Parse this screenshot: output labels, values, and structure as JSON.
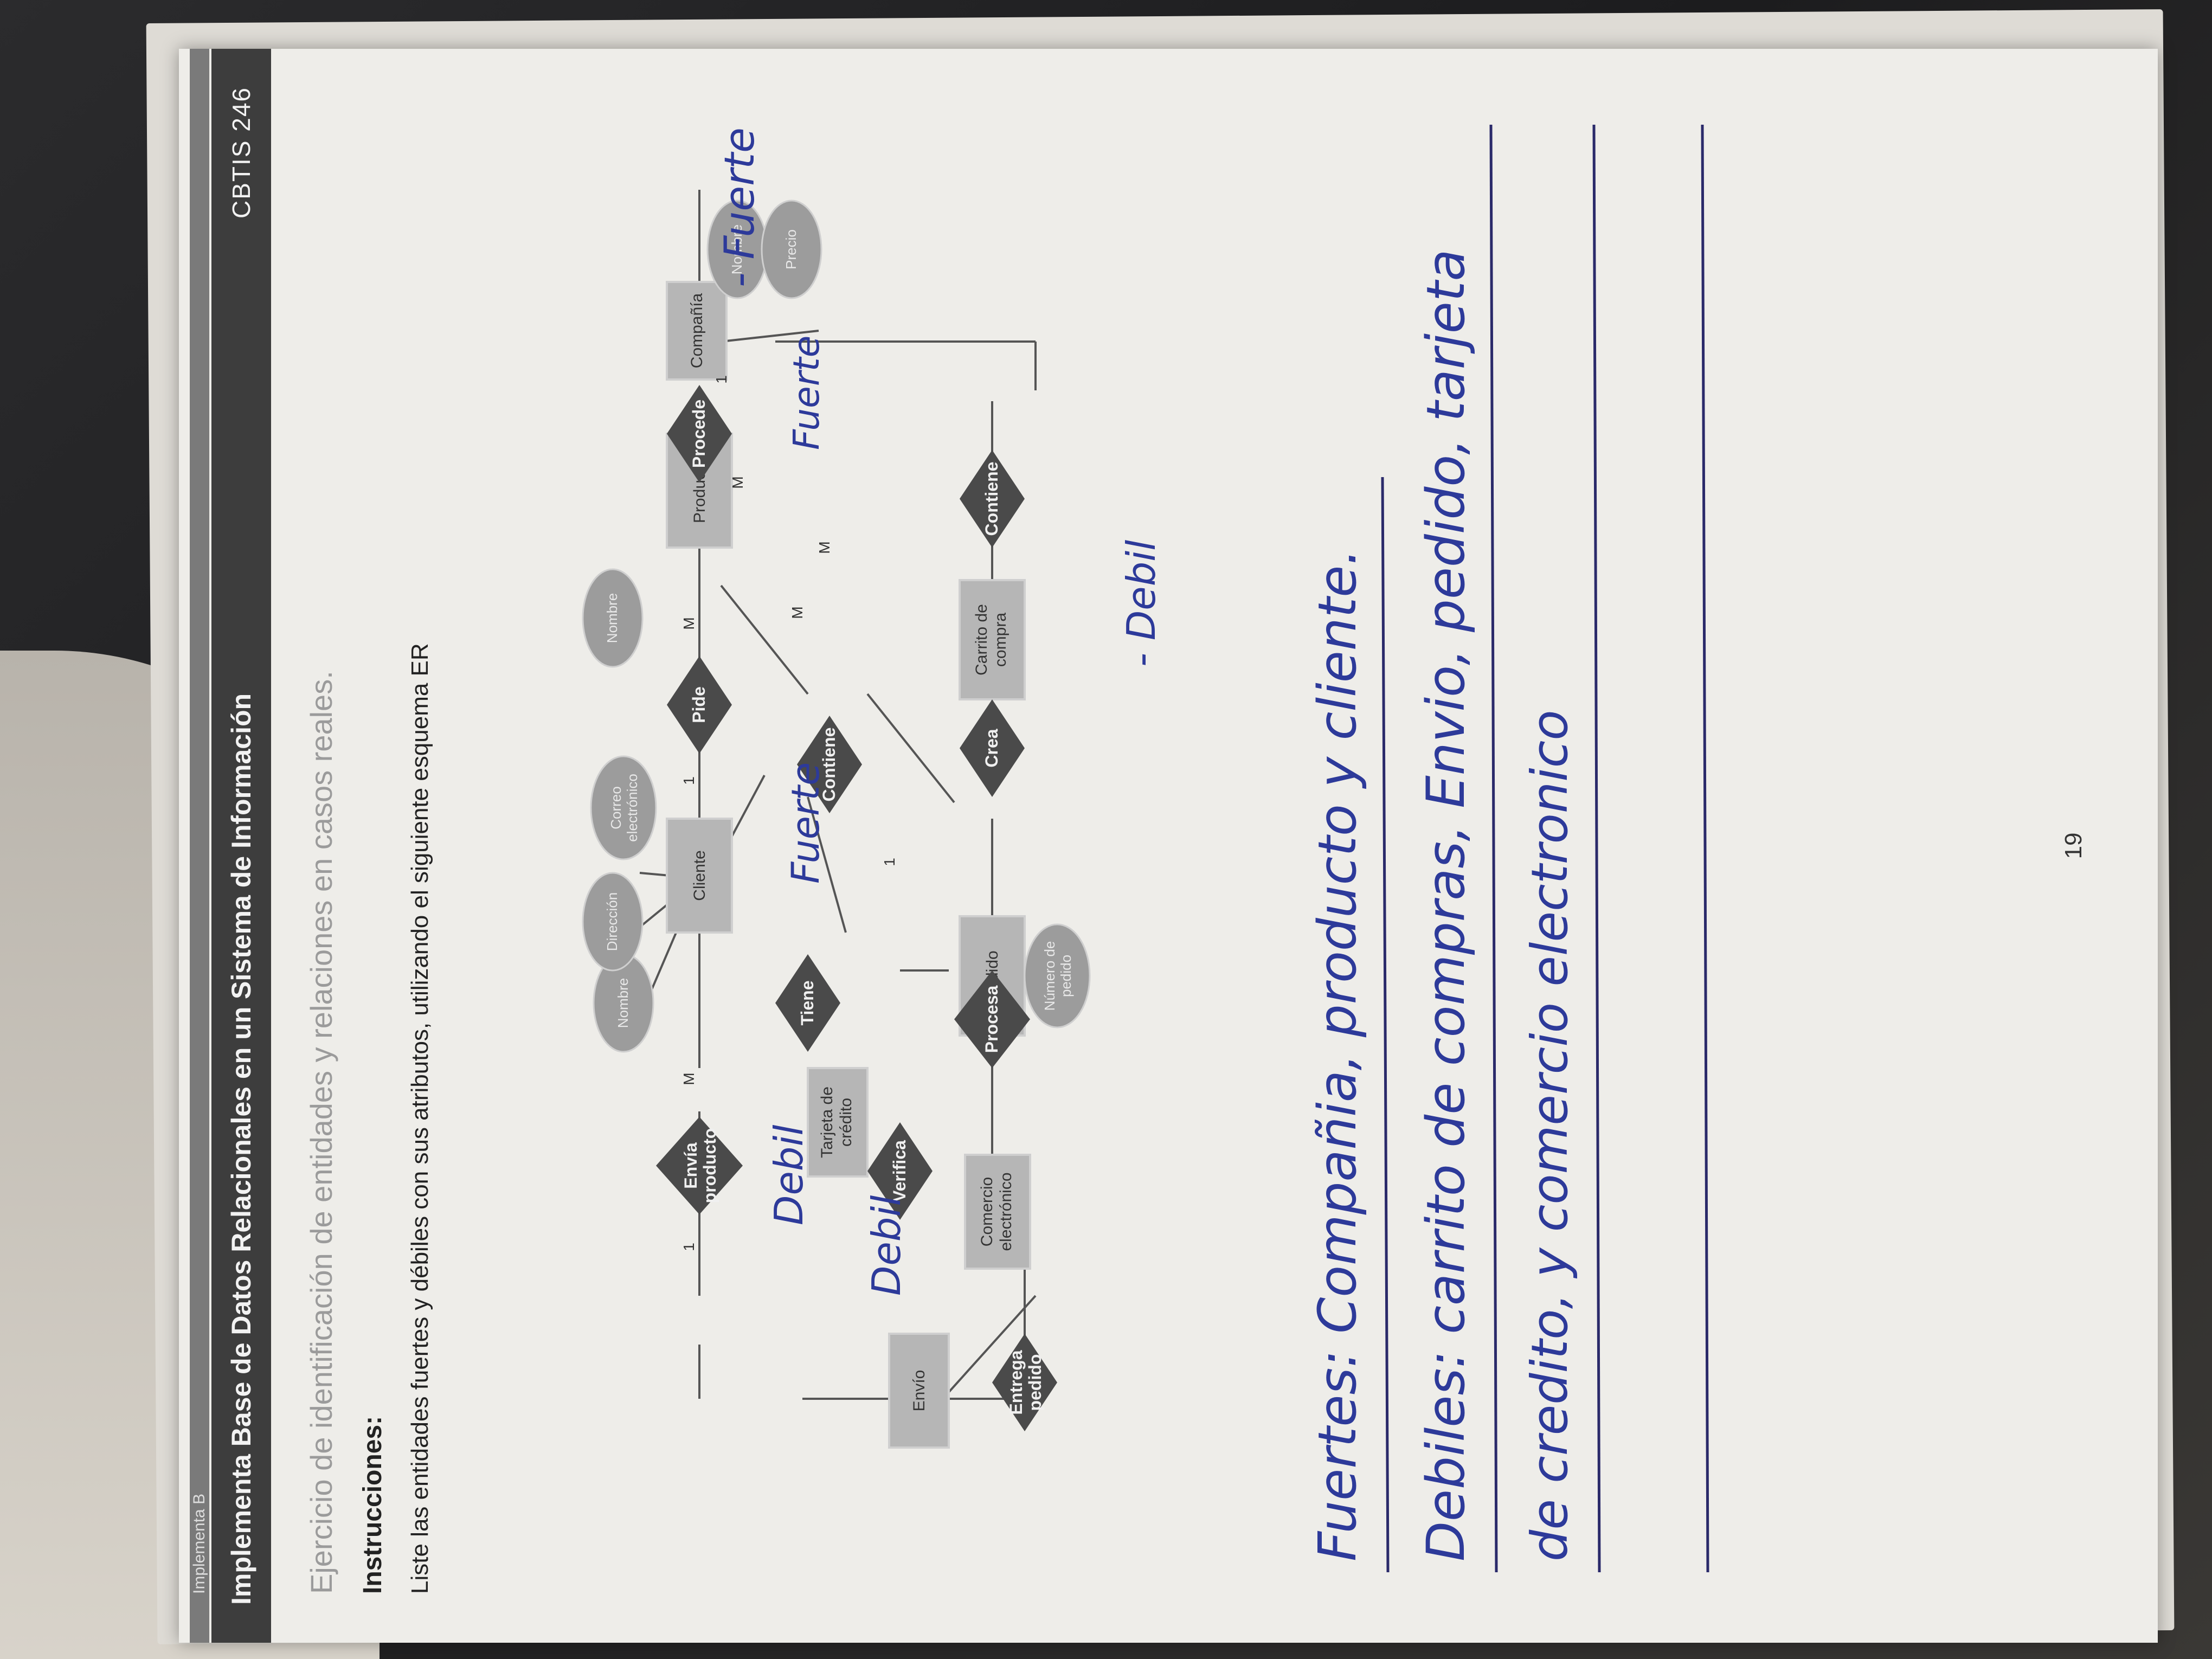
{
  "header": {
    "top_strip": "Implementa B",
    "title": "Implementa Base de Datos Relacionales en un Sistema de Información",
    "code": "CBTIS 246"
  },
  "exercise_title": "Ejercicio de identificación de entidades y relaciones en casos reales.",
  "instructions_heading": "Instrucciones:",
  "instructions_text": "Liste las entidades fuertes y débiles con sus atributos, utilizando el siguiente esquema ER",
  "diagram": {
    "entities": {
      "envio": "Envío",
      "cliente": "Cliente",
      "producto": "Producto",
      "compania": "Compañía",
      "tarjeta": [
        "Tarjeta de",
        "crédito"
      ],
      "comercio": [
        "Comercio",
        "electrónico"
      ],
      "pedido": "Pedido",
      "carrito": [
        "Carrito de",
        "compra"
      ]
    },
    "relationships": {
      "entrega": [
        "Entrega",
        "pedido"
      ],
      "envia": [
        "Envía",
        "producto"
      ],
      "tiene": "Tiene",
      "pide": "Pide",
      "procede": "Procede",
      "verifica": "Verifica",
      "procesa": "Procesa",
      "contiene1": "Contiene",
      "contiene2": "Contiene",
      "crea": "Crea"
    },
    "attributes": {
      "nombre_cliente": "Nombre",
      "direccion": "Dirección",
      "correo": [
        "Correo",
        "electrónico"
      ],
      "nombre_compania": "Nombre",
      "nombre_producto": "Nombre",
      "precio": "Precio",
      "numero_pedido": [
        "Número de",
        "pedido"
      ]
    },
    "cardinalities": {
      "c1": "1",
      "c2": "M",
      "c3": "1",
      "c4": "M",
      "c5": "M",
      "c6": "1",
      "c7": "M",
      "c8": "M",
      "c9": "1"
    }
  },
  "annotations": {
    "debil_envio": "Debil",
    "fuerte_cliente": "Fuerte",
    "debil_tarjeta": "Debil",
    "fuerte_compania": "- Fuerte",
    "fuerte_producto": "Fuerte",
    "debil_carrito": "- Debil"
  },
  "answers": {
    "fuertes": "Fuertes: Compañia, producto y cliente.",
    "debiles_line1": "Debiles: carrito de compras, Envio, pedido, tarjeta",
    "debiles_line2": "de credito, y comercio electronico"
  },
  "page_number": "19",
  "colors": {
    "ink": "#2d3a9a",
    "header": "#3d3d3d",
    "paper": "#eeede9"
  }
}
